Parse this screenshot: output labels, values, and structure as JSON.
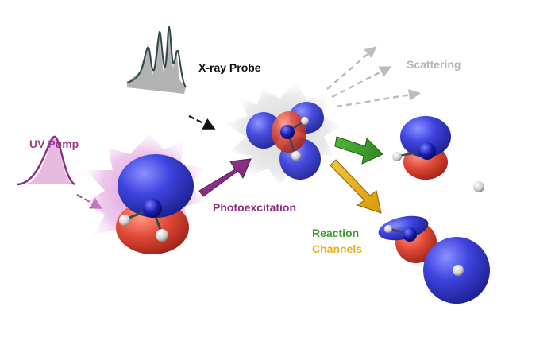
{
  "labels": {
    "uv_pump": "UV Pump",
    "xray_probe": "X-ray Probe",
    "scattering": "Scattering",
    "photoexcitation": "Photoexcitation",
    "reaction": "Reaction",
    "channels": "Channels"
  },
  "colors": {
    "uv_pump": "#9b3d8c",
    "xray_probe": "#111111",
    "scattering": "#b5b5b5",
    "photoexcitation": "#8b2f82",
    "reaction": "#3a9a2a",
    "channels": "#e8b012",
    "lobe_blue": "#3d42d8",
    "lobe_red": "#e04a3a",
    "atom_n": "#1a1fb8",
    "atom_h": "#e6e6e6"
  }
}
